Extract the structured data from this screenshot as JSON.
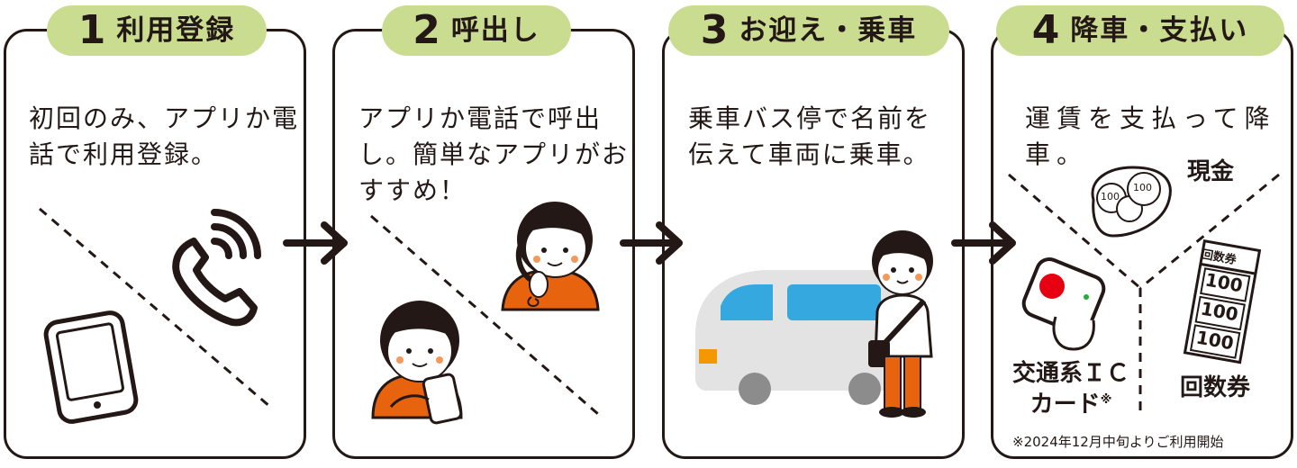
{
  "steps": [
    {
      "number": "1",
      "title": "利用登録",
      "description_lines": [
        "初回のみ、アプリか電",
        "話で利用登録。"
      ]
    },
    {
      "number": "2",
      "title": "呼出し",
      "description_lines": [
        "アプリか電話で呼出",
        "し。簡単なアプリがお",
        "すすめ！"
      ]
    },
    {
      "number": "3",
      "title": "お迎え・乗車",
      "description_lines": [
        "乗車バス停で名前を",
        "伝えて車両に乗車。"
      ]
    },
    {
      "number": "4",
      "title": "降車・支払い",
      "description_lines": [
        "運賃を支払って降",
        "車。"
      ]
    }
  ],
  "payment": {
    "cash_label": "現金",
    "ic_label_line1": "交通系ＩＣ",
    "ic_label_line2": "カード",
    "ic_mark": "※",
    "coupon_label": "回数券",
    "coin_value": "100",
    "ticket_header": "回数券",
    "ticket_value": "100",
    "footnote": "※2024年12月中旬よりご利用開始"
  },
  "colors": {
    "pill": "#c9dc8f",
    "line": "#231815",
    "orange": "#e8630e",
    "van_blue": "#35a8e0",
    "van_body": "#e3e3e4",
    "van_wheel": "#8c8c8c",
    "red": "#e60012"
  }
}
